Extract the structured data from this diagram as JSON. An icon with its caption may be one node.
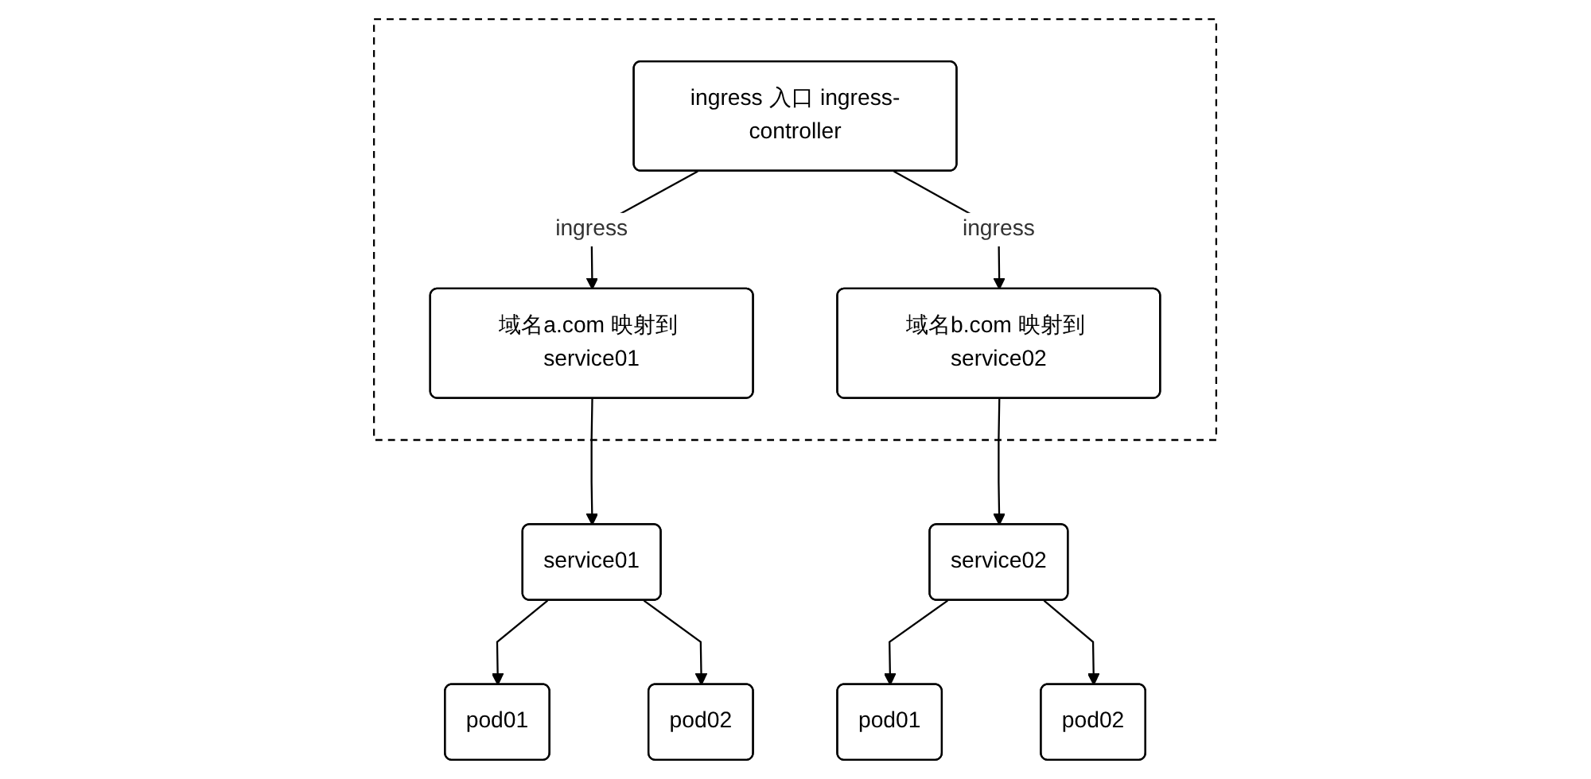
{
  "diagram": {
    "nodes": [
      {
        "text": [],
        "shape": "box"
      },
      {
        "text": [
          "ingress 入口 ingress-controller"
        ],
        "in": 0
      },
      {
        "text": [
          "域名a.com 映射到 service01"
        ],
        "in": 0
      },
      {
        "text": [
          "域名b.com 映射到 service02"
        ],
        "in": 0
      },
      {
        "text": [
          "service01"
        ]
      },
      {
        "text": [
          "service02"
        ]
      },
      {
        "text": [
          "pod01"
        ]
      },
      {
        "text": [
          "pod02"
        ]
      },
      {
        "text": [
          "pod01"
        ]
      },
      {
        "text": [
          "pod02"
        ]
      }
    ],
    "edges": [
      {
        "from": 1,
        "to": 2,
        "arrow": "to",
        "label": "ingress"
      },
      {
        "from": 1,
        "to": 3,
        "arrow": "to",
        "label": "ingress"
      },
      {
        "from": 2,
        "to": 4,
        "arrow": "to"
      },
      {
        "from": 3,
        "to": 5,
        "arrow": "to"
      },
      {
        "from": 4,
        "to": 6,
        "arrow": "to"
      },
      {
        "from": 4,
        "to": 7,
        "arrow": "to"
      },
      {
        "from": 5,
        "to": 8,
        "arrow": "to"
      },
      {
        "from": 5,
        "to": 9,
        "arrow": "to"
      }
    ]
  }
}
